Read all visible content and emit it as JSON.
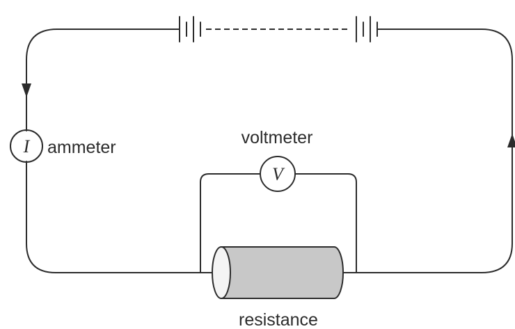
{
  "labels": {
    "ammeter": "ammeter",
    "voltmeter": "voltmeter",
    "resistance": "resistance"
  },
  "symbols": {
    "current": "I",
    "voltage": "V"
  },
  "colors": {
    "line": "#2b2b2b",
    "resistor_body": "#c8c8c8",
    "resistor_end": "#f4f4f4"
  }
}
